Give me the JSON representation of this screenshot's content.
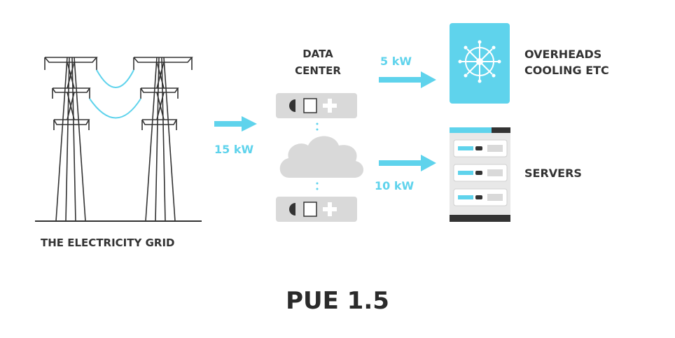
{
  "grid": {
    "label": "THE ELECTRICITY GRID"
  },
  "data_center": {
    "line1": "DATA",
    "line2": "CENTER"
  },
  "flows": {
    "input": "15 kW",
    "overheads": "5 kW",
    "servers": "10 kW"
  },
  "overheads": {
    "line1": "OVERHEADS",
    "line2": "COOLING ETC"
  },
  "servers": {
    "label": "SERVERS"
  },
  "pue": {
    "label": "PUE 1.5"
  },
  "colors": {
    "accent": "#5fd3ec",
    "dark": "#333333",
    "grey": "#d9d9d9"
  },
  "icons": [
    "power-tower-icon",
    "server-module-icon",
    "cloud-icon",
    "snowflake-icon",
    "server-rack-icon",
    "arrow-right-icon"
  ]
}
